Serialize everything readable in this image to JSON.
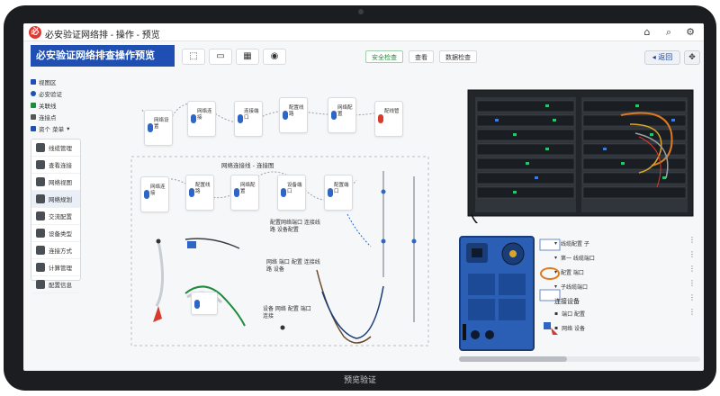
{
  "window": {
    "app_title": "必安验证网络排 - 操作 - 预览",
    "monitor_caption": "预览验证"
  },
  "header": {
    "banner": "必安验证网络排查操作预览",
    "tabs": [
      {
        "label": "安全检查",
        "active": true
      },
      {
        "label": "查看",
        "active": false
      },
      {
        "label": "数据检查",
        "active": false
      }
    ],
    "back_label": "返回",
    "zoom_symbol": "✥",
    "icons": [
      "home-icon",
      "search-icon",
      "settings-icon"
    ]
  },
  "sidebar": {
    "nav": [
      {
        "label": "视图区",
        "color": "#1f4fb3"
      },
      {
        "label": "必安验证",
        "color": "#1f4fb3"
      },
      {
        "label": "关联线",
        "color": "#1d8c3b"
      },
      {
        "label": "连接点",
        "color": "#555555"
      },
      {
        "label": "资个 菜单",
        "color": "#1f4fb3"
      }
    ],
    "panel_items": [
      {
        "label": "线缆管理"
      },
      {
        "label": "查看连接"
      },
      {
        "label": "网络视图"
      },
      {
        "label": "网络规划"
      },
      {
        "label": "交流配置"
      },
      {
        "label": "设备类型"
      },
      {
        "label": "连接方式"
      },
      {
        "label": "计算管理"
      },
      {
        "label": "配置信息"
      }
    ]
  },
  "canvas": {
    "top_nodes": [
      "网络设置",
      "网络连接",
      "连接端口",
      "配置线路",
      "网络配置",
      "配线管"
    ],
    "section_caption": "网络连接线 - 连接图",
    "mid_nodes": [
      "网络连接",
      "配置线路",
      "网络配置",
      "设备端口",
      "配置端口"
    ],
    "note_a": "配置网络端口 连接线路 设备配置",
    "note_b": "网络 端口 配置 连接线路 设备",
    "note_c": "设备 网络 配置 端口 连接"
  },
  "legend": {
    "rows": [
      "线缆配置 子",
      "第一 线缆端口",
      "配置 端口",
      "子线缆端口"
    ],
    "section_title": "连接设备",
    "items": [
      "端口 配置",
      "网络 设备"
    ]
  },
  "colors": {
    "banner": "#1f4fb3",
    "accent_green": "#1d8c3b",
    "psu_blue": "#2a5fb5",
    "logo_red": "#e2362f"
  }
}
